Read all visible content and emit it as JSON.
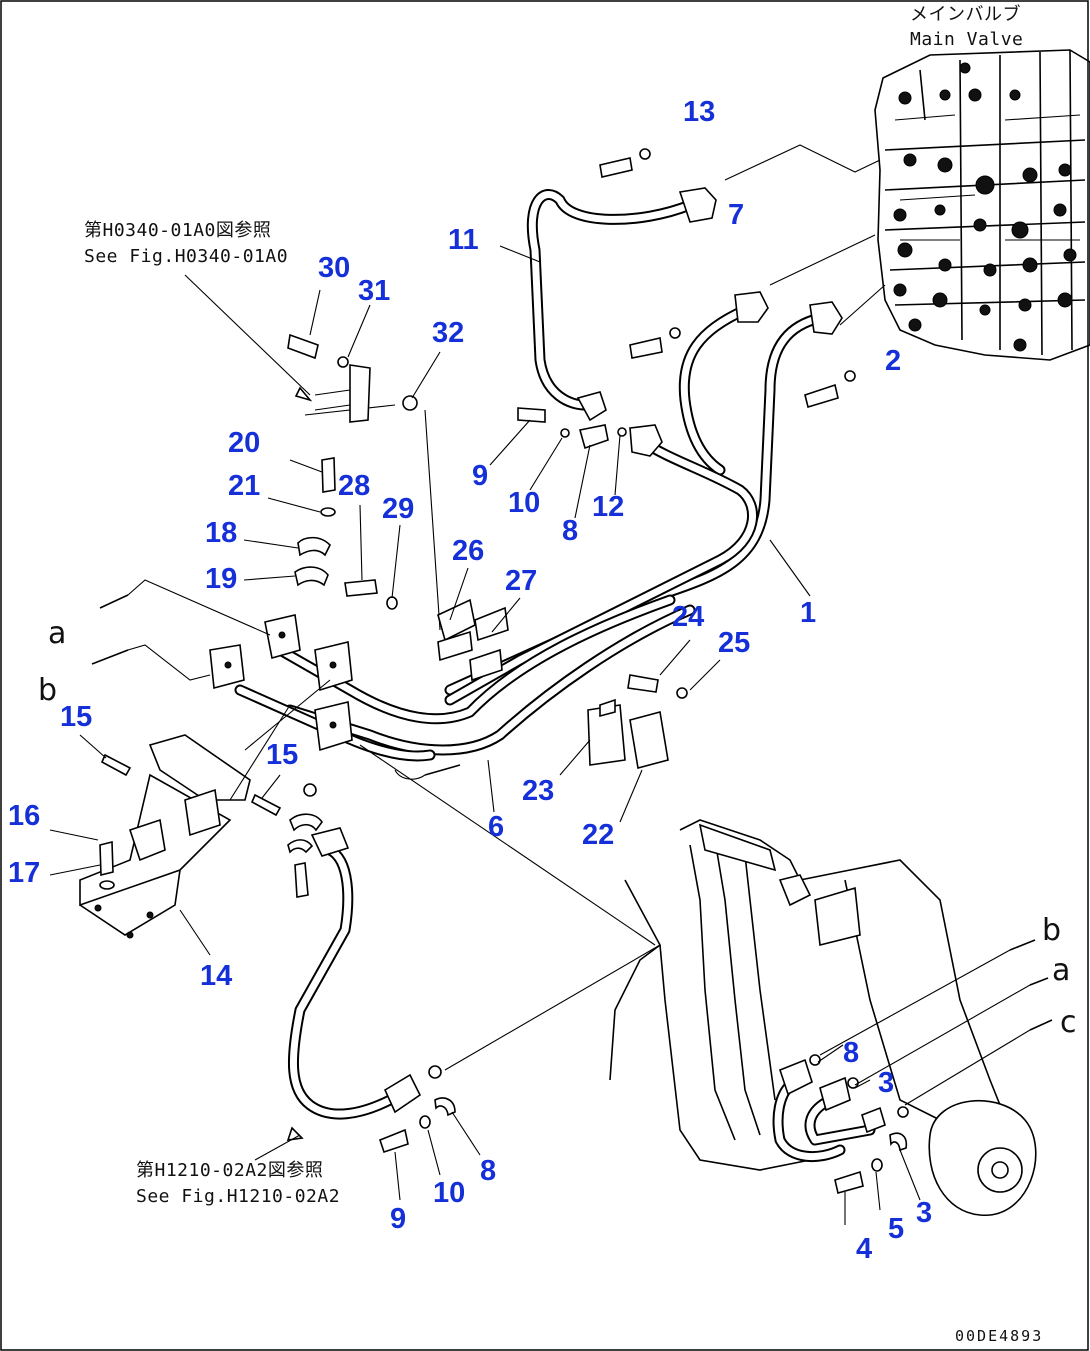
{
  "title_jp": "メインバルブ",
  "title_en": "Main Valve",
  "refs": {
    "upper_jp": "第H0340-01A0図参照",
    "upper_en": "See Fig.H0340-01A0",
    "lower_jp": "第H1210-02A2図参照",
    "lower_en": "See Fig.H1210-02A2"
  },
  "drawing_code": "00DE4893",
  "connection_letters": {
    "left_a": "a",
    "left_b": "b",
    "right_b": "b",
    "right_a": "a",
    "right_c": "c"
  },
  "callouts": [
    "13",
    "7",
    "11",
    "30",
    "31",
    "32",
    "2",
    "20",
    "21",
    "28",
    "29",
    "18",
    "19",
    "26",
    "27",
    "9",
    "10",
    "8",
    "12",
    "1",
    "24",
    "25",
    "15",
    "15",
    "16",
    "17",
    "14",
    "6",
    "23",
    "22",
    "8",
    "3",
    "3",
    "8",
    "10",
    "9",
    "5",
    "4"
  ],
  "colors": {
    "callout": "#1530d8",
    "line": "#000000",
    "background": "#ffffff"
  }
}
